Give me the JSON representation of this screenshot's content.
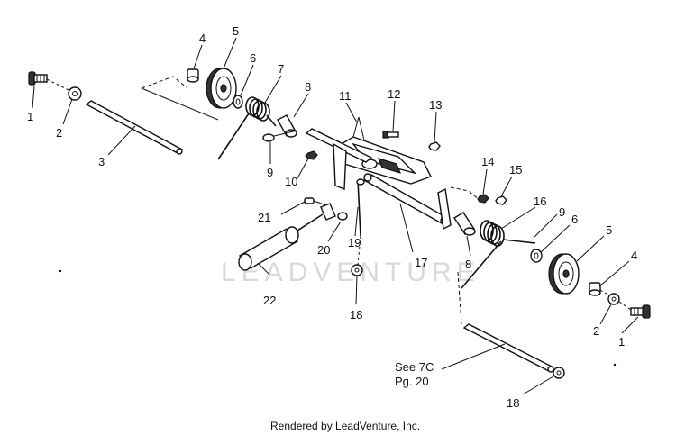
{
  "watermark": "LEADVENTURE",
  "footer": "Rendered by LeadVenture, Inc.",
  "note": {
    "line1": "See 7C",
    "line2": "Pg. 20"
  },
  "callouts": {
    "c1a": "1",
    "c2a": "2",
    "c3": "3",
    "c4a": "4",
    "c5a": "5",
    "c6a": "6",
    "c7": "7",
    "c8a": "8",
    "c9a": "9",
    "c10": "10",
    "c11": "11",
    "c12": "12",
    "c13": "13",
    "c14": "14",
    "c15": "15",
    "c16": "16",
    "c17": "17",
    "c18a": "18",
    "c19": "19",
    "c20": "20",
    "c21": "21",
    "c22": "22",
    "c9b": "9",
    "c6b": "6",
    "c5b": "5",
    "c4b": "4",
    "c8b": "8",
    "c2b": "2",
    "c1b": "1",
    "c18b": "18"
  }
}
